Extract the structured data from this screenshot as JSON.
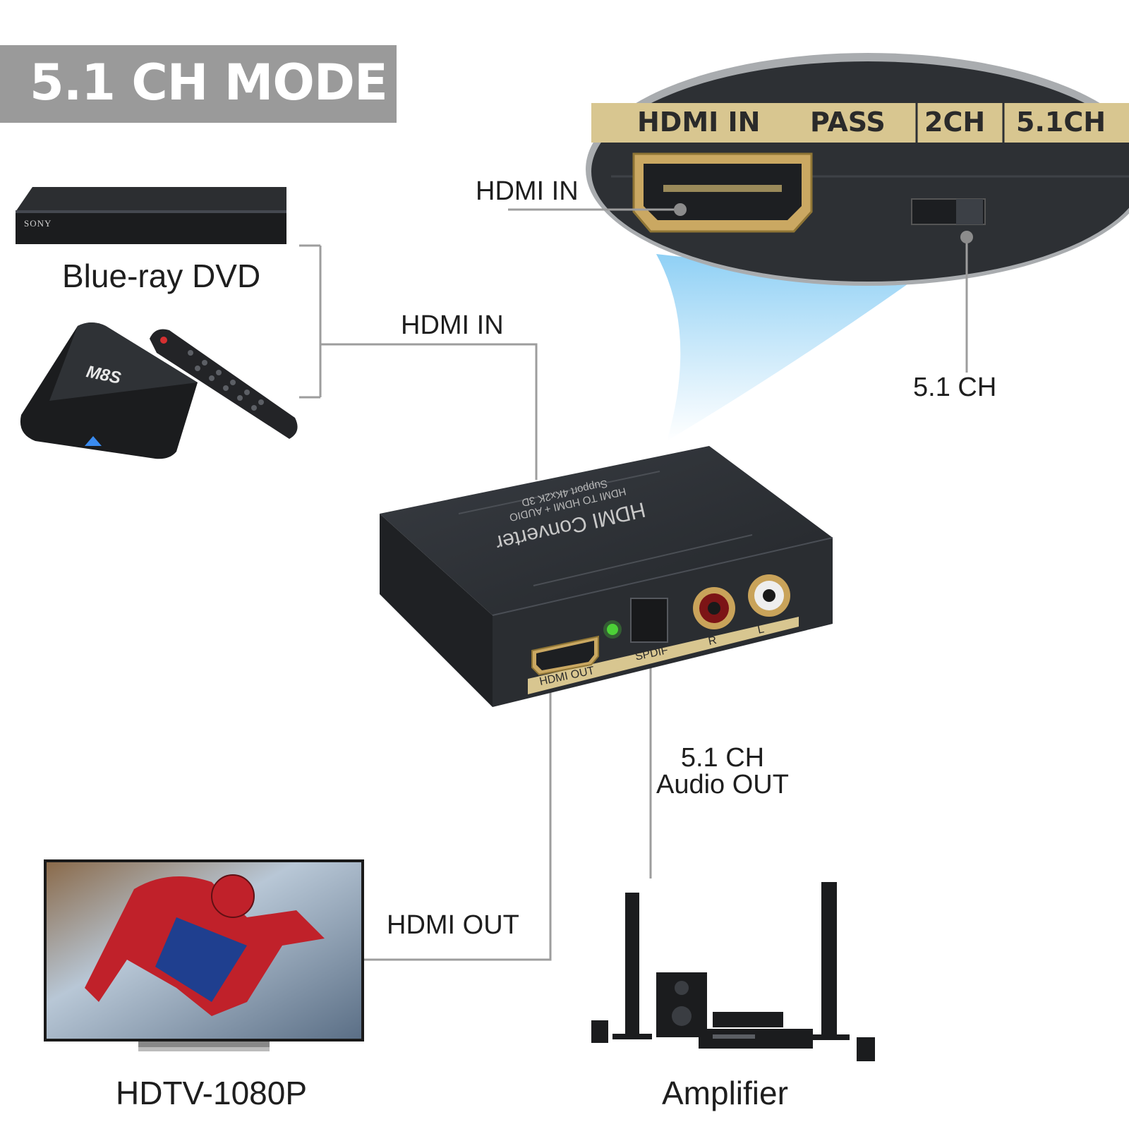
{
  "banner": {
    "title": "5.1 CH MODE"
  },
  "zoom_panel": {
    "strip_labels": [
      "HDMI IN",
      "PASS",
      "2CH",
      "5.1CH"
    ],
    "callout_hdmi_in": "HDMI IN",
    "callout_switch": "5.1 CH"
  },
  "sources": {
    "bluray_label": "Blue-ray DVD",
    "bluray_brand": "SONY",
    "tvbox_brand": "M8S"
  },
  "connections": {
    "hdmi_in": "HDMI IN",
    "hdmi_out": "HDMI OUT",
    "audio_out_line1": "5.1 CH",
    "audio_out_line2": "Audio OUT"
  },
  "converter": {
    "title": "HDMI Converter",
    "subtitle1": "HDMI TO HDMI + AUDIO",
    "subtitle2": "Support 4Kx2K 3D",
    "port_hdmi_out": "HDMI OUT",
    "port_spdif": "SPDIF",
    "port_r": "R",
    "port_l": "L"
  },
  "outputs": {
    "tv_label": "HDTV-1080P",
    "amp_label": "Amplifier"
  },
  "colors": {
    "gold": "#d8c690",
    "device": "#2a2d31",
    "line": "#a8a8a8",
    "led": "#4cd137"
  }
}
